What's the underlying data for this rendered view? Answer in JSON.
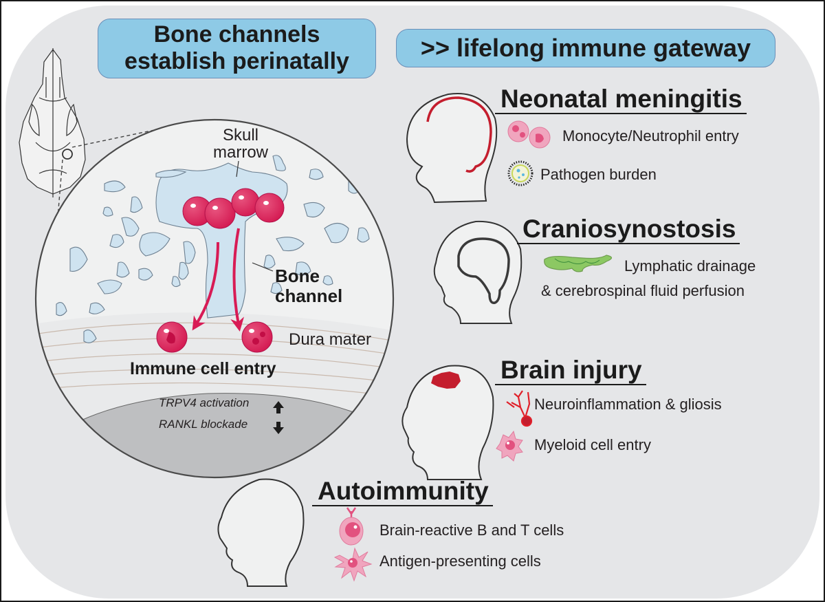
{
  "banners": {
    "left": [
      "Bone channels",
      "establish perinatally"
    ],
    "right": ">> lifelong immune gateway"
  },
  "inset": {
    "skull_marrow_label": [
      "Skull",
      "marrow"
    ],
    "bone_channel_label": [
      "Bone",
      "channel"
    ],
    "dura_mater_label": "Dura mater",
    "immune_entry_label": "Immune cell entry",
    "modulators": [
      {
        "label": "TRPV4 activation",
        "direction": "up"
      },
      {
        "label": "RANKL blockade",
        "direction": "down"
      }
    ]
  },
  "conditions": [
    {
      "title": "Neonatal meningitis",
      "items": [
        "Monocyte/Neutrophil entry",
        "Pathogen burden"
      ]
    },
    {
      "title": "Craniosynostosis",
      "items": [
        "Lymphatic drainage",
        "& cerebrospinal fluid perfusion"
      ]
    },
    {
      "title": "Brain injury",
      "items": [
        "Neuroinflammation & gliosis",
        "Myeloid cell entry"
      ]
    },
    {
      "title": "Autoimmunity",
      "items": [
        "Brain-reactive B and T cells",
        "Antigen-presenting cells"
      ]
    }
  ],
  "colors": {
    "banner_fill": "#8ecae6",
    "panel_bg": "#e5e6e8",
    "marrow_fill": "#cfe3f0",
    "immune_cell": "#dc2f64",
    "meningitis_red": "#c41e2e",
    "lymphatic_green": "#8cc863",
    "brain_tissue": "#bebfc1"
  }
}
